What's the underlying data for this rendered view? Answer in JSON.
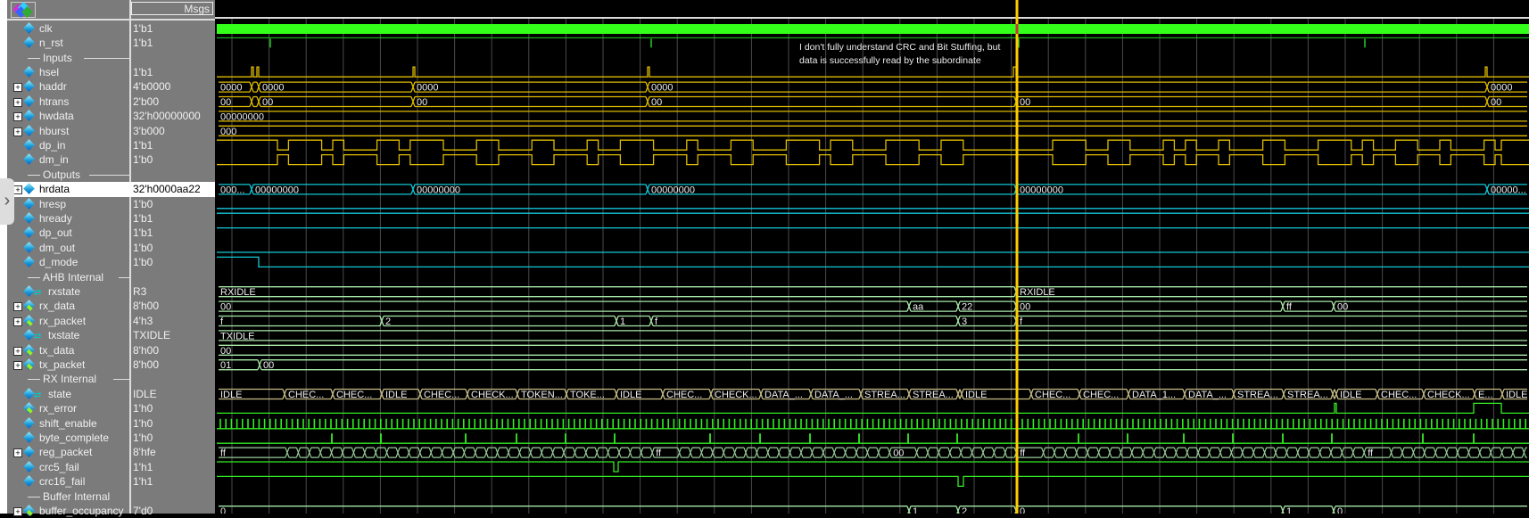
{
  "header": {
    "msgs_label": "Msgs",
    "toolbar_icon": "wave-layout-icon"
  },
  "signals": [
    {
      "name": "clk",
      "value": "1'b1"
    },
    {
      "name": "n_rst",
      "value": "1'b1"
    },
    {
      "divider": "Inputs"
    },
    {
      "name": "hsel",
      "value": "1'b1"
    },
    {
      "name": "haddr",
      "value": "4'b0000",
      "expandable": true
    },
    {
      "name": "htrans",
      "value": "2'b00",
      "expandable": true
    },
    {
      "name": "hwdata",
      "value": "32'h00000000",
      "expandable": true
    },
    {
      "name": "hburst",
      "value": "3'b000",
      "expandable": true
    },
    {
      "name": "dp_in",
      "value": "1'b1"
    },
    {
      "name": "dm_in",
      "value": "1'b0"
    },
    {
      "divider": "Outputs"
    },
    {
      "name": "hrdata",
      "value": "32'h0000aa22",
      "expandable": true,
      "selected": true
    },
    {
      "name": "hresp",
      "value": "1'b0"
    },
    {
      "name": "hready",
      "value": "1'b1"
    },
    {
      "name": "dp_out",
      "value": "1'b1"
    },
    {
      "name": "dm_out",
      "value": "1'b0"
    },
    {
      "name": "d_mode",
      "value": "1'b0"
    },
    {
      "divider": "AHB Internal"
    },
    {
      "name": "rxstate",
      "value": "R3",
      "icon": "state"
    },
    {
      "name": "rx_data",
      "value": "8'h00",
      "expandable": true,
      "icon": "internal"
    },
    {
      "name": "rx_packet",
      "value": "4'h3",
      "expandable": true,
      "icon": "internal"
    },
    {
      "name": "txstate",
      "value": "TXIDLE",
      "icon": "state"
    },
    {
      "name": "tx_data",
      "value": "8'h00",
      "expandable": true,
      "icon": "internal"
    },
    {
      "name": "tx_packet",
      "value": "8'h00",
      "expandable": true,
      "icon": "internal"
    },
    {
      "divider": "RX Internal"
    },
    {
      "name": "state",
      "value": "IDLE",
      "icon": "state"
    },
    {
      "name": "rx_error",
      "value": "1'h0",
      "icon": "internal"
    },
    {
      "name": "shift_enable",
      "value": "1'h0"
    },
    {
      "name": "byte_complete",
      "value": "1'h0"
    },
    {
      "name": "reg_packet",
      "value": "8'hfe",
      "expandable": true
    },
    {
      "name": "crc5_fail",
      "value": "1'h1"
    },
    {
      "name": "crc16_fail",
      "value": "1'h1"
    },
    {
      "divider": "Buffer Internal"
    },
    {
      "name": "buffer_occupancy",
      "value": "7'd0",
      "expandable": true,
      "icon": "internal"
    }
  ],
  "waves": {
    "haddr": [
      "0000",
      "",
      "0000",
      "0000",
      "0000",
      "0000"
    ],
    "htrans": [
      "00",
      "",
      "00",
      "00",
      "00",
      "00",
      "00"
    ],
    "hwdata": [
      "00000000"
    ],
    "hburst": [
      "000"
    ],
    "hrdata": [
      "000...",
      "00000000",
      "00000000",
      "00000000",
      "00000000",
      "00000..."
    ],
    "rxstate": [
      "RXIDLE",
      "RXIDLE"
    ],
    "rx_data": [
      "00",
      "aa",
      "22",
      "00",
      "ff",
      "00"
    ],
    "rx_packet": [
      "f",
      "2",
      "1",
      "f",
      "3",
      "f"
    ],
    "txstate": [
      "TXIDLE"
    ],
    "tx_data": [
      "00"
    ],
    "tx_packet": [
      "01",
      "00"
    ],
    "state": [
      "IDLE",
      "CHEC...",
      "CHEC...",
      "IDLE",
      "CHEC...",
      "CHECK...",
      "TOKEN...",
      "TOKE...",
      "IDLE",
      "CHEC...",
      "CHECK...",
      "DATA_...",
      "DATA_...",
      "STREA...",
      "STREA...",
      "",
      "IDLE",
      "CHEC...",
      "CHEC...",
      "DATA_1...",
      "DATA_...",
      "STREA...",
      "STREA...",
      "",
      "IDLE",
      "CHEC...",
      "CHECK...",
      "E...",
      "IDLE"
    ],
    "reg_packet_labels": [
      "ff",
      "ff",
      "00",
      "ff",
      "ff"
    ],
    "buffer_occupancy": [
      "0",
      "1",
      "2",
      "0",
      "1",
      "0"
    ]
  },
  "annotation": "I don't fully understand CRC and Bit Stuffing, but data is successfully read by the subordinate",
  "colors": {
    "clock": "#33ff1a",
    "input": "#e0bb00",
    "output": "#12c8d8",
    "internal": "#a8e8a8",
    "state": "#c8bc84",
    "rx": "#33ee22",
    "cursor": "#ffcc00",
    "grid": "#4a4a4a",
    "panel": "#7b7b7b"
  }
}
